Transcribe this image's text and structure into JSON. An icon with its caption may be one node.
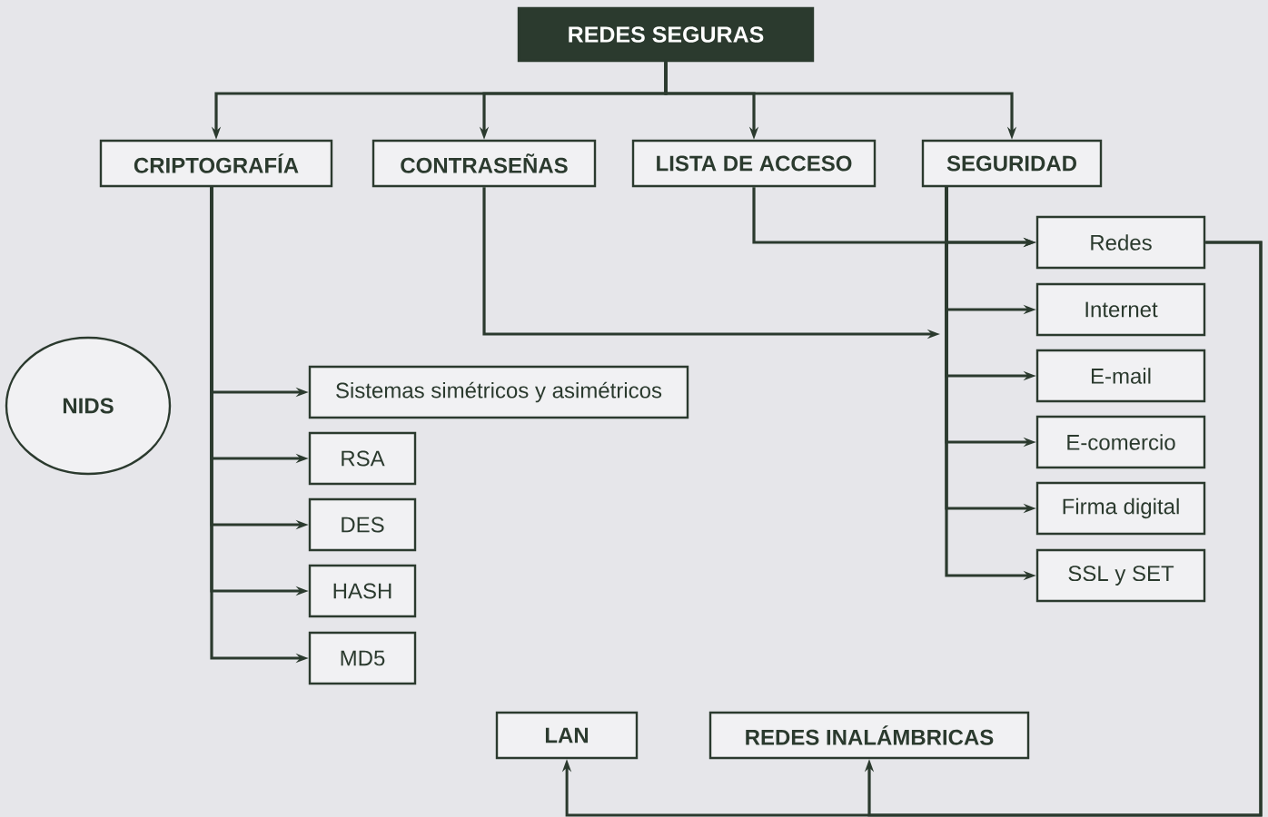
{
  "diagram": {
    "nodes": [
      {
        "text": [
          "REDES SEGURAS"
        ]
      },
      {
        "text": [
          "CRIPTOGRAFÍA"
        ]
      },
      {
        "text": [
          "CONTRASEÑAS"
        ]
      },
      {
        "text": [
          "LISTA DE ACCESO"
        ]
      },
      {
        "text": [
          "SEGURIDAD"
        ]
      },
      {
        "text": [
          "Redes"
        ]
      },
      {
        "text": [
          "Internet"
        ]
      },
      {
        "text": [
          "E-mail"
        ]
      },
      {
        "text": [
          "E-comercio"
        ]
      },
      {
        "text": [
          "Firma digital"
        ]
      },
      {
        "text": [
          "SSL y SET"
        ]
      },
      {
        "text": [
          "NIDS"
        ]
      },
      {
        "text": [
          "Sistemas simétricos y asimétricos"
        ]
      },
      {
        "text": [
          "RSA"
        ]
      },
      {
        "text": [
          "DES"
        ]
      },
      {
        "text": [
          "HASH"
        ]
      },
      {
        "text": [
          "MD5"
        ]
      },
      {
        "text": [
          "LAN"
        ]
      },
      {
        "text": [
          "REDES INALÁMBRICAS"
        ]
      }
    ],
    "edges": [
      {
        "from": 0,
        "to": 1,
        "arrow": "to"
      },
      {
        "from": 0,
        "to": 2,
        "arrow": "to"
      },
      {
        "from": 0,
        "to": 3,
        "arrow": "to"
      },
      {
        "from": 0,
        "to": 4,
        "arrow": "to"
      },
      {
        "from": 1,
        "to": 12,
        "arrow": "to"
      },
      {
        "from": 1,
        "to": 13,
        "arrow": "to"
      },
      {
        "from": 1,
        "to": 14,
        "arrow": "to"
      },
      {
        "from": 1,
        "to": 15,
        "arrow": "to"
      },
      {
        "from": 1,
        "to": 16,
        "arrow": "to"
      },
      {
        "from": 4,
        "to": 5,
        "arrow": "to"
      },
      {
        "from": 4,
        "to": 6,
        "arrow": "to"
      },
      {
        "from": 4,
        "to": 7,
        "arrow": "to"
      },
      {
        "from": 4,
        "to": 8,
        "arrow": "to"
      },
      {
        "from": 4,
        "to": 9,
        "arrow": "to"
      },
      {
        "from": 4,
        "to": 10,
        "arrow": "to"
      },
      {
        "from": 3,
        "to": 5,
        "arrow": "to"
      },
      {
        "from": 2,
        "to": null,
        "arrow": "to"
      },
      {
        "from": 5,
        "to": 17,
        "arrow": "to"
      },
      {
        "from": 5,
        "to": 18,
        "arrow": "to"
      }
    ]
  }
}
